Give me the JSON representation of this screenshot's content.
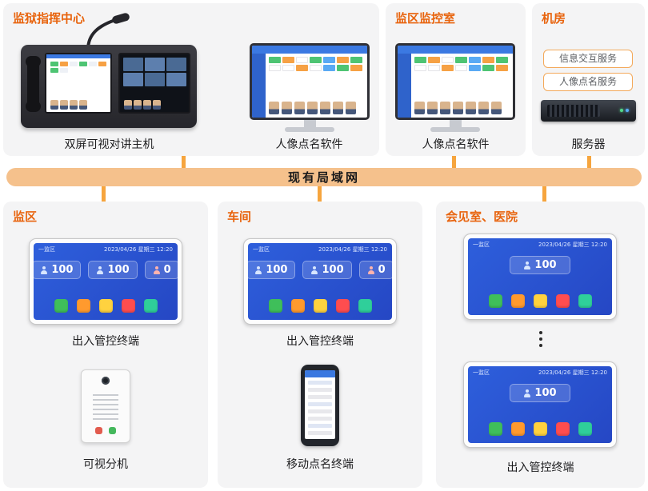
{
  "lan_bar": {
    "label": "现有局域网"
  },
  "panels": {
    "command_center": {
      "title": "监狱指挥中心",
      "intercom_host_caption": "双屏可视对讲主机",
      "rollcall_software_caption": "人像点名软件"
    },
    "monitor_room": {
      "title": "监区监控室",
      "rollcall_software_caption": "人像点名软件"
    },
    "server_room": {
      "title": "机房",
      "services": [
        {
          "label": "信息交互服务"
        },
        {
          "label": "人像点名服务"
        }
      ],
      "server_caption": "服务器"
    },
    "prison_area": {
      "title": "监区",
      "terminal_caption": "出入管控终端",
      "intercom_caption": "可视分机"
    },
    "workshop": {
      "title": "车间",
      "terminal_caption": "出入管控终端",
      "mobile_caption": "移动点名终端"
    },
    "meeting_room_hospital": {
      "title": "会见室、医院",
      "ellipsis": "⋮",
      "terminal_caption": "出入管控终端"
    }
  },
  "terminal_screen": {
    "area_label": "一监区",
    "datetime": "2023/04/26 星期三 12:20",
    "stats": [
      "100",
      "100",
      "0"
    ],
    "button_colors": [
      "#3fbf5a",
      "#ff9a2e",
      "#ffd23f",
      "#ff4d4f",
      "#2fcf9a"
    ]
  },
  "colors": {
    "panel_title_orange": "#e8640e",
    "lan_bar_fill": "#f5c18c",
    "connector_orange": "#f6a53e",
    "terminal_screen_blue": "#2e5fdc",
    "panel_background": "#f4f4f5"
  }
}
